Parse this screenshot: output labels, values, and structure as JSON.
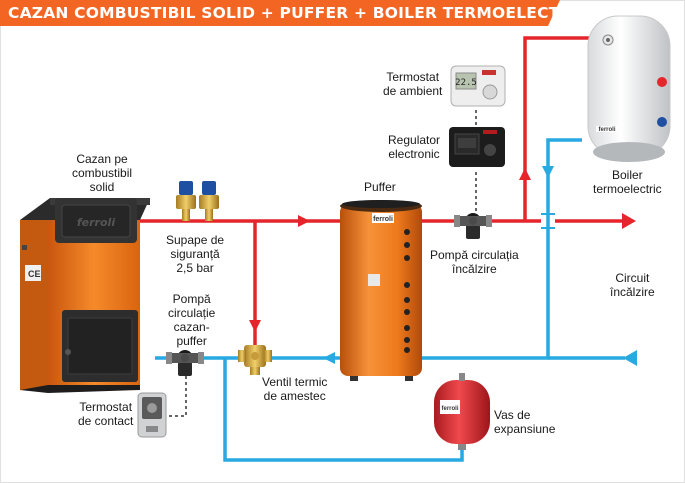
{
  "title": "CAZAN COMBUSTIBIL SOLID + PUFFER + BOILER TERMOELECTRIC",
  "colors": {
    "hot_pipe": "#e4262c",
    "cold_pipe": "#27a9e1",
    "title_bg": "#f26522",
    "boiler_body": "#f07c1c",
    "puffer_body": "#f07c1c",
    "expansion_vessel": "#e4262c"
  },
  "brand": "ferroli",
  "thermostat_display": "22.5",
  "labels": {
    "boiler": [
      "Cazan pe",
      "combustibil",
      "solid"
    ],
    "valves": [
      "Supape de",
      "siguranță",
      "2,5 bar"
    ],
    "boiler_pump": [
      "Pompă",
      "circulație",
      "cazan-",
      "puffer"
    ],
    "contact_thermostat": [
      "Termostat",
      "de contact"
    ],
    "mixing_valve": [
      "Ventil termic",
      "de amestec"
    ],
    "puffer": "Puffer",
    "room_thermostat": [
      "Termostat",
      "de ambient"
    ],
    "regulator": [
      "Regulator",
      "electronic"
    ],
    "heating_pump": [
      "Pompă circulația",
      "încălzire"
    ],
    "heating_circuit": [
      "Circuit",
      "încălzire"
    ],
    "electric_boiler": [
      "Boiler",
      "termoelectric"
    ],
    "expansion_vessel": [
      "Vas de",
      "expansiune"
    ]
  },
  "icons": {
    "flow_arrow": "triangle-arrow",
    "pump": "pump-icon",
    "valve": "valve-icon"
  }
}
